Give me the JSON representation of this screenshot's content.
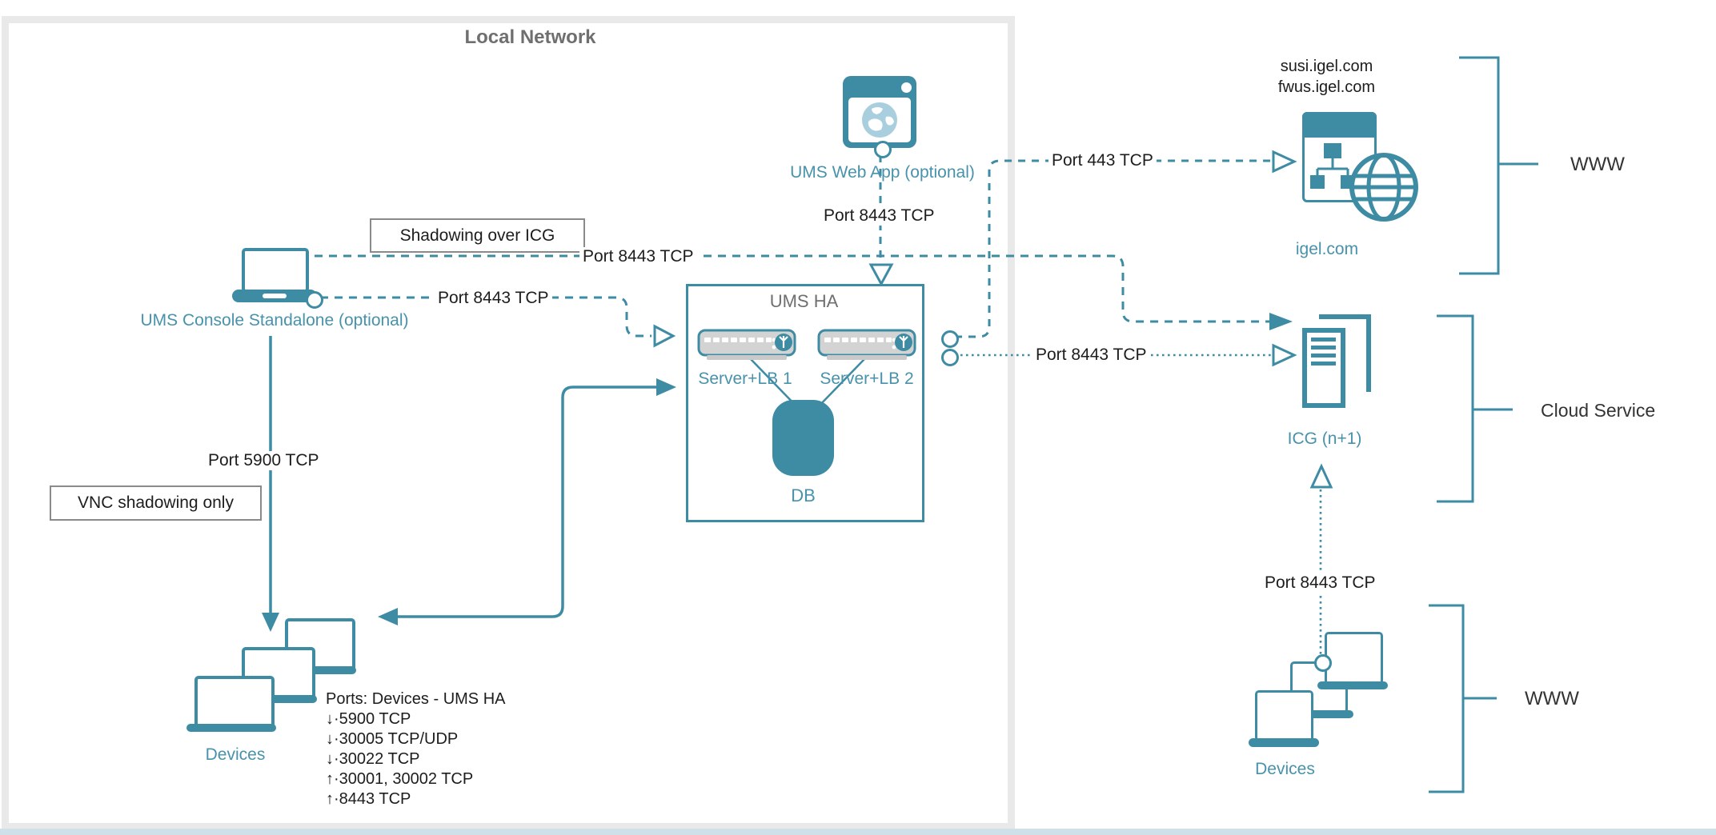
{
  "colors": {
    "teal": "#3e8ba4",
    "teal_text": "#4892ab",
    "gray_text": "#6f6f6f",
    "dark_text": "#1d1d1d",
    "frame_gray": "#e9e9e9",
    "server_fill": "#d3d3d3",
    "globe_light": "#a9cedd",
    "bottom_strip": "#cfe0e9"
  },
  "local_network": {
    "title": "Local Network"
  },
  "console": {
    "label": "UMS Console Standalone (optional)"
  },
  "web_app": {
    "label": "UMS Web App (optional)"
  },
  "ums_ha": {
    "title": "UMS HA",
    "server1": "Server+LB 1",
    "server2": "Server+LB 2",
    "db": "DB"
  },
  "devices_left": {
    "label": "Devices"
  },
  "devices_right": {
    "label": "Devices"
  },
  "igel": {
    "domains": [
      "susi.igel.com",
      "fwus.igel.com"
    ],
    "label": "igel.com"
  },
  "icg": {
    "label": "ICG (n+1)"
  },
  "callouts": {
    "shadowing": "Shadowing over ICG",
    "vnc": "VNC shadowing only"
  },
  "port_labels": {
    "console_icg": "Port 8443 TCP",
    "console_ums": "Port 8443 TCP",
    "webapp_ums": "Port 8443 TCP",
    "ums_igel": "Port 443 TCP",
    "ums_icg": "Port 8443 TCP",
    "console_devices": "Port 5900 TCP",
    "devices_icg": "Port 8443 TCP"
  },
  "ports_list": {
    "title": "Ports: Devices - UMS HA",
    "items": [
      "↓·5900 TCP",
      "↓·30005 TCP/UDP",
      "↓·30022 TCP",
      "↑·30001, 30002 TCP",
      "↑·8443 TCP"
    ]
  },
  "brackets": {
    "www_top": "WWW",
    "cloud": "Cloud Service",
    "www_bottom": "WWW"
  }
}
